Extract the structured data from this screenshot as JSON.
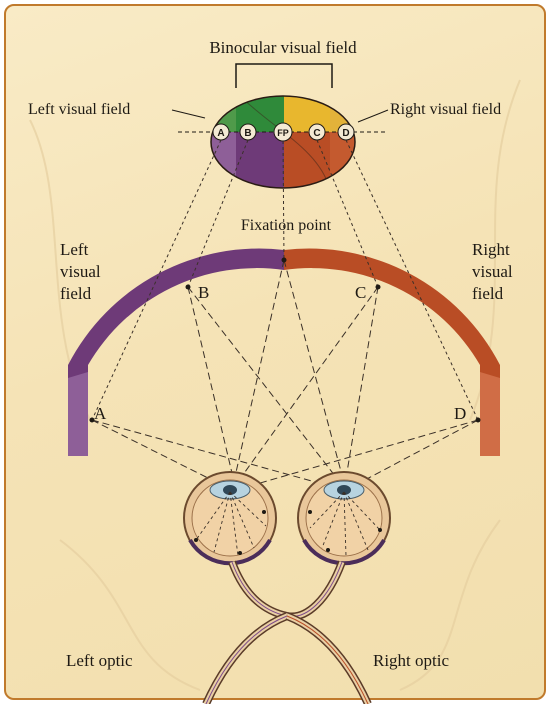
{
  "labels": {
    "binocular": "Binocular visual field",
    "left_visual_field_top": "Left visual field",
    "right_visual_field_top": "Right visual field",
    "fixation_point": "Fixation point",
    "left_side": [
      "Left",
      "visual",
      "field"
    ],
    "right_side": [
      "Right",
      "visual",
      "field"
    ],
    "left_optic": "Left optic",
    "right_optic": "Right optic"
  },
  "points": {
    "a": "A",
    "b": "B",
    "fp": "FP",
    "c": "C",
    "d": "D"
  },
  "colors": {
    "left_purple": "#6e3a78",
    "left_light_purple": "#8e5f98",
    "right_orange": "#b94d25",
    "right_light_orange": "#d06d46",
    "binocular_green": "#2f8a3a",
    "binocular_yellow": "#e8b72e",
    "frame_border": "#c07a2c",
    "background": "#f6e6bd"
  }
}
